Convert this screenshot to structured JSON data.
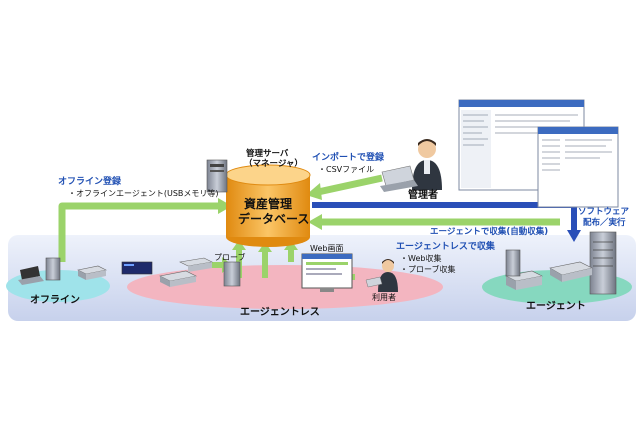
{
  "db": {
    "line1": "資産管理",
    "line2": "データベース"
  },
  "server": {
    "title": "管理サーバ",
    "subtitle": "（マネージャ）"
  },
  "offline": {
    "heading": "オフライン登録",
    "detail": "・オフラインエージェント(USBメモリ等)",
    "zone_label": "オフライン"
  },
  "import": {
    "heading": "インポートで登録",
    "detail": "・CSVファイル"
  },
  "admin": {
    "label": "管理者"
  },
  "software": {
    "line1": "ソフトウェア",
    "line2": "配布／実行"
  },
  "agent_collect": {
    "label": "エージェントで収集(自動収集)"
  },
  "agentless_collect": {
    "heading": "エージェントレスで収集",
    "item1": "・Web収集",
    "item2": "・プローブ収集"
  },
  "probe": {
    "label": "プローブ"
  },
  "web_screen": {
    "label": "Web画面"
  },
  "user": {
    "label": "利用者"
  },
  "zones": {
    "agentless": "エージェントレス",
    "agent": "エージェント"
  },
  "colors": {
    "band": "#cfd8ef",
    "agentless_ellipse": "#f3b5c0",
    "agent_ellipse": "#86d8bf",
    "offline_ellipse": "#9fe3ea",
    "arrow_green": "#9bd36a",
    "arrow_blue": "#2a4fb8",
    "db_fill": "#f6a623",
    "label_blue": "#1f4fb3"
  },
  "icons": [
    "server-icon",
    "database-icon",
    "admin-person-icon",
    "user-person-icon",
    "screenshot-window-icon",
    "rack-server-icon",
    "laptop-icon"
  ]
}
